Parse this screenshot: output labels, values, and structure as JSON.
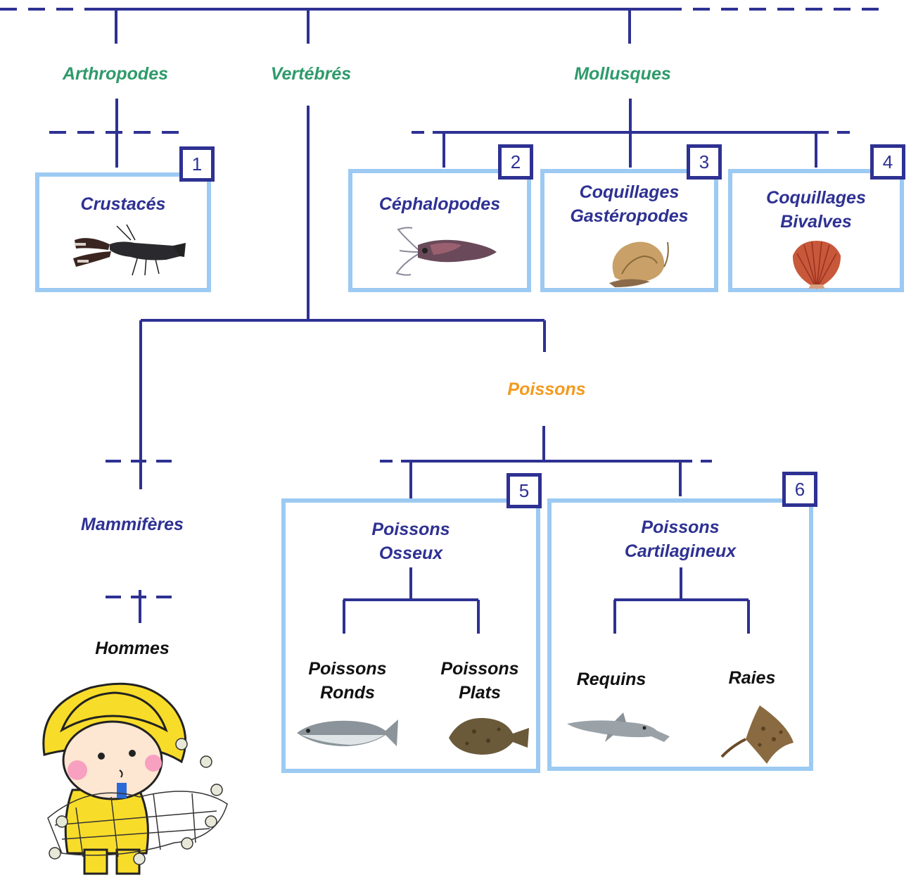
{
  "colors": {
    "tree_line": "#2e3192",
    "box_border": "#9ccaf2",
    "phylum_label": "#2e9a6a",
    "class_label": "#2e3192",
    "highlight_label": "#f39a1e",
    "leaf_label": "#111111"
  },
  "top": {
    "arthropodes": "Arthropodes",
    "vertebres": "Vertébrés",
    "mollusques": "Mollusques"
  },
  "arthropodes_branch": {
    "crustaces": {
      "number": "1",
      "label": "Crustacés",
      "icon": "lobster-icon"
    }
  },
  "mollusques_branch": {
    "cephalopodes": {
      "number": "2",
      "label": "Céphalopodes",
      "icon": "squid-icon"
    },
    "gasteropodes": {
      "number": "3",
      "line1": "Coquillages",
      "line2": "Gastéropodes",
      "icon": "whelk-shell-icon"
    },
    "bivalves": {
      "number": "4",
      "line1": "Coquillages",
      "line2": "Bivalves",
      "icon": "scallop-shell-icon"
    }
  },
  "vertebres_branch": {
    "poissons": "Poissons",
    "mammiferes": "Mammifères",
    "hommes": "Hommes",
    "fisherman_icon": "fisherman-child-icon"
  },
  "poissons_branch": {
    "osseux": {
      "number": "5",
      "line1": "Poissons",
      "line2": "Osseux",
      "ronds": {
        "line1": "Poissons",
        "line2": "Ronds",
        "icon": "sea-bass-icon"
      },
      "plats": {
        "line1": "Poissons",
        "line2": "Plats",
        "icon": "flatfish-icon"
      }
    },
    "cartilagineux": {
      "number": "6",
      "line1": "Poissons",
      "line2": "Cartilagineux",
      "requins": {
        "label": "Requins",
        "icon": "shark-icon"
      },
      "raies": {
        "label": "Raies",
        "icon": "ray-icon"
      }
    }
  }
}
